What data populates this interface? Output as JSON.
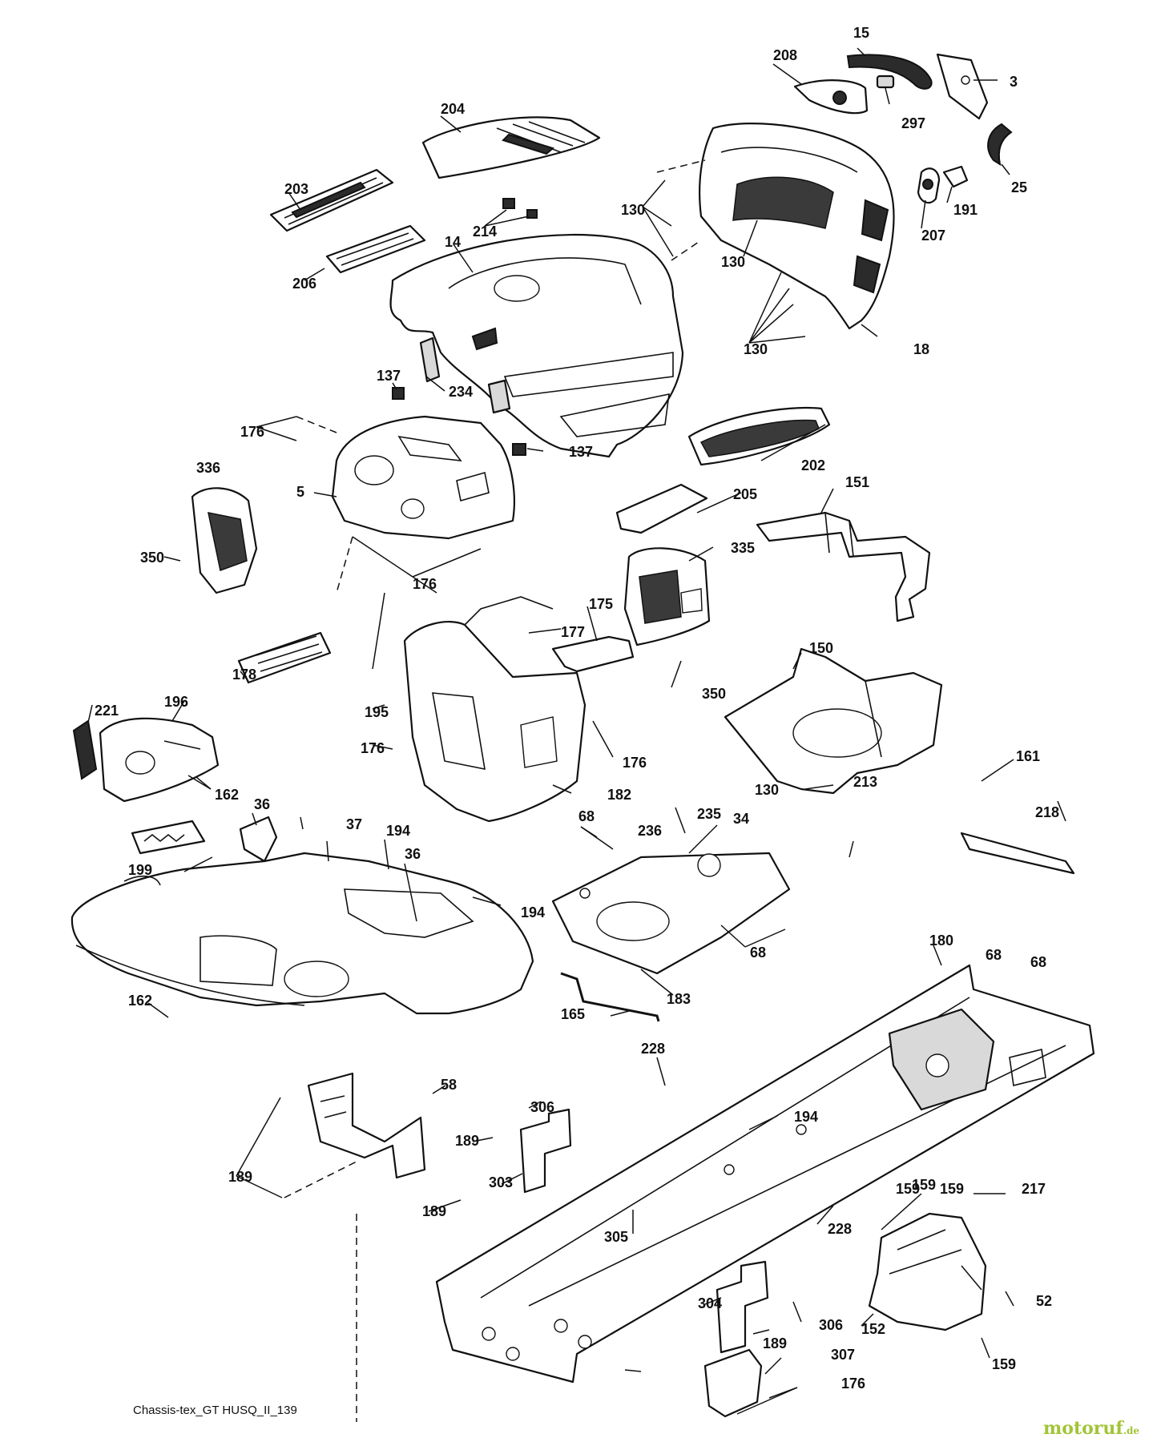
{
  "callouts": [
    "15",
    "208",
    "3",
    "204",
    "297",
    "25",
    "203",
    "214",
    "130",
    "191",
    "14",
    "207",
    "206",
    "130",
    "130",
    "18",
    "137",
    "234",
    "176",
    "137",
    "202",
    "336",
    "5",
    "205",
    "151",
    "350",
    "335",
    "176",
    "175",
    "177",
    "350",
    "150",
    "178",
    "221",
    "196",
    "195",
    "176",
    "176",
    "162",
    "182",
    "130",
    "213",
    "161",
    "36",
    "194",
    "36",
    "235",
    "236",
    "68",
    "34",
    "218",
    "199",
    "194",
    "68",
    "37",
    "68",
    "68",
    "162",
    "180",
    "183",
    "165",
    "228",
    "58",
    "306",
    "194",
    "189",
    "303",
    "159",
    "217",
    "189",
    "305",
    "189",
    "228",
    "159",
    "52",
    "304",
    "306",
    "152",
    "189",
    "159",
    "159",
    "307",
    "176"
  ],
  "caption": "Chassis-tex_GT HUSQ_II_139",
  "watermark": {
    "name": "motoruf",
    "suffix": ".de"
  }
}
